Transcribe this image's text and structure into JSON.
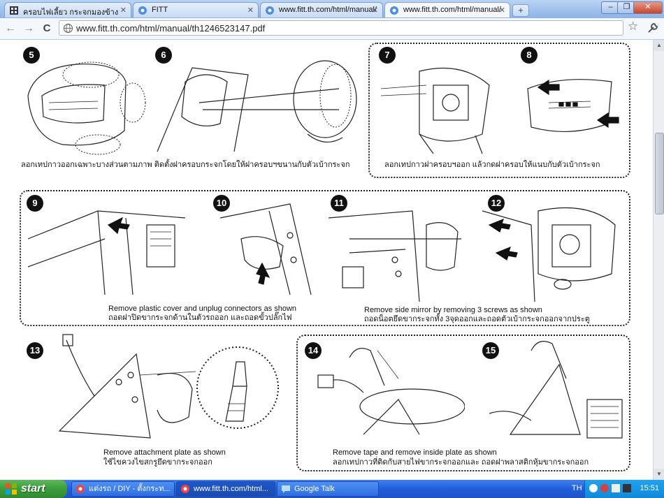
{
  "tabs": [
    {
      "label": "ครอบไฟเลี้ยว กระจกมองข้าง",
      "icon": "forum-icon",
      "active": false
    },
    {
      "label": "FITT",
      "icon": "chrome-icon",
      "active": false
    },
    {
      "label": "www.fitt.th.com/html/manual/",
      "icon": "chrome-icon",
      "active": false
    },
    {
      "label": "www.fitt.th.com/html/manual/",
      "icon": "chrome-icon",
      "active": true
    }
  ],
  "new_tab_label": "+",
  "window_controls": {
    "minimize": "–",
    "maximize": "❐",
    "close": "✕"
  },
  "toolbar": {
    "back": "←",
    "forward": "→",
    "reload": "C",
    "url": "www.fitt.th.com/html/manual/th1246523147.pdf",
    "star": "☆"
  },
  "manual": {
    "steps": [
      "5",
      "6",
      "7",
      "8",
      "9",
      "10",
      "11",
      "12",
      "13",
      "14",
      "15"
    ],
    "captions": {
      "s5_6": "ลอกเทปกาวออกเฉพาะบางส่วนตามภาพ ติดตั้งฝาครอบกระจกโดยให้ฝาครอบฯขนานกับตัวเบ้ากระจก",
      "s7_8": "ลอกเทปกาวฝาครอบฯออก แล้วกดฝาครอบให้แนบกับตัวเบ้ากระจก",
      "s9_10_en": "Remove plastic cover and unplug connectors as shown",
      "s9_10_th": "ถอดฝาปิดขากระจกด้านในตัวรถออก และถอดขั้วปลั๊กไฟ",
      "s11_12_en": "Remove side mirror by removing 3 screws as shown",
      "s11_12_th": "ถอดน็อตยึดขากระจกทั้ง 3จุดออกและถอดตัวเบ้ากระจกออกจากประตู",
      "s13_en": "Remove attachment plate as shown",
      "s13_th": "ใช้ไขควงไขสกรูยึดขากระจกออก",
      "s14_15_en": "Remove tape and remove inside plate as shown",
      "s14_15_th": "ลอกเทปกาวที่ติดกับสายไฟขากระจกออกและ ถอดฝาพลาสติกหุ้มขากระจกออก"
    }
  },
  "taskbar": {
    "start": "start",
    "items": [
      {
        "label": "แต่งรถ / DIY - ตั้งกระท...",
        "icon": "chrome-icon"
      },
      {
        "label": "www.fitt.th.com/html...",
        "icon": "chrome-icon"
      },
      {
        "label": "Google Talk",
        "icon": "chat-icon"
      }
    ],
    "language": "TH",
    "clock": "15:51"
  },
  "colors": {
    "tab_strip": "#8db3e6",
    "taskbar": "#245edb",
    "start": "#3b9d3b",
    "tray": "#0f8adb"
  }
}
